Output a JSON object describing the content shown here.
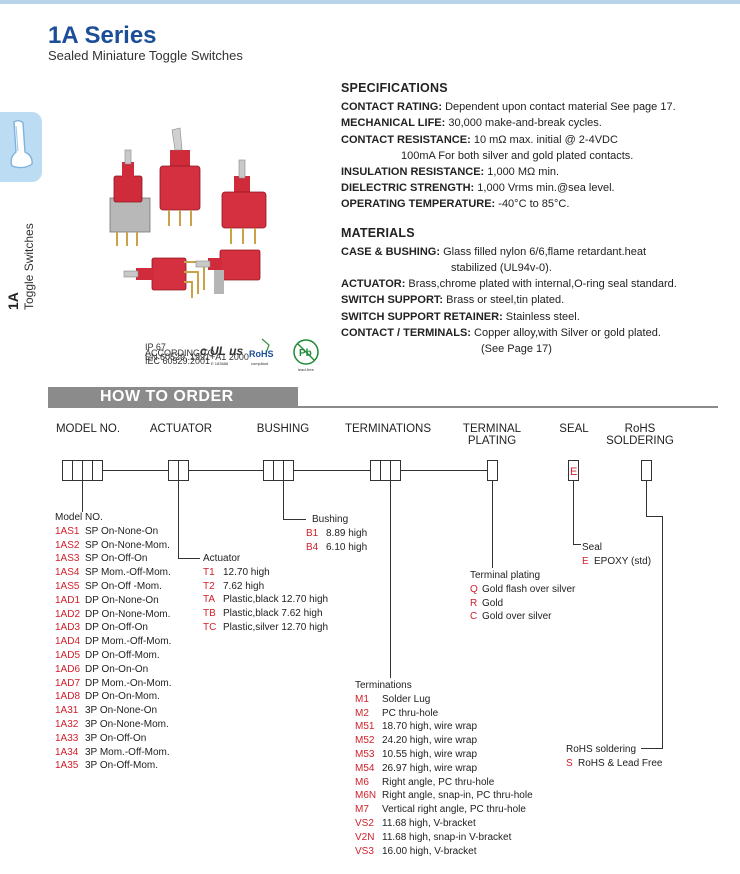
{
  "header": {
    "title": "1A Series",
    "subtitle": "Sealed Miniature Toggle Switches"
  },
  "side_tab": {
    "code": "1A",
    "label": "Toggle Switches"
  },
  "certifications": {
    "ip_rating": "IP 67",
    "ip_notes": [
      "ACCORDING TO",
      "EN 60529, 1991+A1 2000",
      "IEC 60529:2001"
    ],
    "ul_mark": "c UL us",
    "ul_file": "E 183688",
    "rohs": "RoHS",
    "rohs_sub": "compliant",
    "pb": "Pb",
    "pb_sub": "lead-free"
  },
  "specifications": {
    "heading": "SPECIFICATIONS",
    "lines": [
      {
        "label": "CONTACT RATING:",
        "text": " Dependent upon contact material See page 17."
      },
      {
        "label": "MECHANICAL LIFE:",
        "text": " 30,000 make-and-break cycles."
      },
      {
        "label": "CONTACT RESISTANCE:",
        "text": " 10 mΩ max. initial @ 2-4VDC"
      },
      {
        "label": "",
        "text": "100mA For both silver and gold plated contacts."
      },
      {
        "label": "INSULATION RESISTANCE:",
        "text": " 1,000 MΩ min."
      },
      {
        "label": "DIELECTRIC STRENGTH:",
        "text": " 1,000 Vrms min.@sea level."
      },
      {
        "label": "OPERATING TEMPERATURE:",
        "text": " -40°C to 85°C."
      }
    ]
  },
  "materials": {
    "heading": "MATERIALS",
    "lines": [
      {
        "label": "CASE & BUSHING:",
        "text": " Glass filled nylon 6/6,flame retardant.heat"
      },
      {
        "label": "",
        "text": "stabilized (UL94v-0)."
      },
      {
        "label": "ACTUATOR:",
        "text": " Brass,chrome plated with internal,O-ring seal standard."
      },
      {
        "label": "SWITCH  SUPPORT:",
        "text": " Brass or steel,tin plated."
      },
      {
        "label": "SWITCH  SUPPORT RETAINER:",
        "text": " Stainless steel."
      },
      {
        "label": "CONTACT / TERMINALS:",
        "text": " Copper alloy,with Silver or gold plated."
      },
      {
        "label": "",
        "text": "(See Page 17)"
      }
    ]
  },
  "how_to_order": {
    "title": "HOW TO ORDER",
    "columns": {
      "model": "MODEL NO.",
      "actuator": "ACTUATOR",
      "bushing": "BUSHING",
      "terminations": "TERMINATIONS",
      "plating_1": "TERMINAL",
      "plating_2": "PLATING",
      "seal": "SEAL",
      "rohs_1": "RoHS",
      "rohs_2": "SOLDERING"
    },
    "seal_code_in_box": "E",
    "model": {
      "heading": "Model NO.",
      "items": [
        {
          "code": "1AS1",
          "desc": "SP On-None-On"
        },
        {
          "code": "1AS2",
          "desc": "SP On-None-Mom."
        },
        {
          "code": "1AS3",
          "desc": "SP On-Off-On"
        },
        {
          "code": "1AS4",
          "desc": "SP Mom.-Off-Mom."
        },
        {
          "code": "1AS5",
          "desc": "SP On-Off -Mom."
        },
        {
          "code": "1AD1",
          "desc": "DP On-None-On"
        },
        {
          "code": "1AD2",
          "desc": "DP On-None-Mom."
        },
        {
          "code": "1AD3",
          "desc": "DP On-Off-On"
        },
        {
          "code": "1AD4",
          "desc": "DP Mom.-Off-Mom."
        },
        {
          "code": "1AD5",
          "desc": "DP On-Off-Mom."
        },
        {
          "code": "1AD6",
          "desc": "DP On-On-On"
        },
        {
          "code": "1AD7",
          "desc": "DP Mom.-On-Mom."
        },
        {
          "code": "1AD8",
          "desc": "DP On-On-Mom."
        },
        {
          "code": "1A31",
          "desc": "3P On-None-On"
        },
        {
          "code": "1A32",
          "desc": "3P On-None-Mom."
        },
        {
          "code": "1A33",
          "desc": "3P On-Off-On"
        },
        {
          "code": "1A34",
          "desc": "3P Mom.-Off-Mom."
        },
        {
          "code": "1A35",
          "desc": "3P On-Off-Mom."
        }
      ]
    },
    "actuator": {
      "heading": "Actuator",
      "items": [
        {
          "code": "T1",
          "desc": "12.70 high"
        },
        {
          "code": "T2",
          "desc": "7.62 high"
        },
        {
          "code": "TA",
          "desc": "Plastic,black 12.70 high"
        },
        {
          "code": "TB",
          "desc": "Plastic,black 7.62 high"
        },
        {
          "code": "TC",
          "desc": "Plastic,silver 12.70 high"
        }
      ]
    },
    "bushing": {
      "heading": "Bushing",
      "items": [
        {
          "code": "B1",
          "desc": "8.89 high"
        },
        {
          "code": "B4",
          "desc": "6.10 high"
        }
      ]
    },
    "terminations": {
      "heading": "Terminations",
      "items": [
        {
          "code": "M1",
          "desc": "Solder Lug"
        },
        {
          "code": "M2",
          "desc": "PC thru-hole"
        },
        {
          "code": "M51",
          "desc": "18.70 high, wire wrap"
        },
        {
          "code": "M52",
          "desc": "24.20 high, wire wrap"
        },
        {
          "code": "M53",
          "desc": "10.55 high, wire wrap"
        },
        {
          "code": "M54",
          "desc": "26.97 high, wire wrap"
        },
        {
          "code": "M6",
          "desc": "Right angle, PC thru-hole"
        },
        {
          "code": "M6N",
          "desc": "Right angle, snap-in, PC thru-hole"
        },
        {
          "code": "M7",
          "desc": "Vertical right angle, PC thru-hole"
        },
        {
          "code": "VS2",
          "desc": "11.68 high, V-bracket"
        },
        {
          "code": "V2N",
          "desc": "11.68 high, snap-in V-bracket"
        },
        {
          "code": "VS3",
          "desc": "16.00 high, V-bracket"
        }
      ]
    },
    "plating": {
      "heading": "Terminal plating",
      "items": [
        {
          "code": "Q",
          "desc": "Gold flash over silver"
        },
        {
          "code": "R",
          "desc": "Gold"
        },
        {
          "code": "C",
          "desc": "Gold over silver"
        }
      ]
    },
    "seal": {
      "heading": "Seal",
      "items": [
        {
          "code": "E",
          "desc": "EPOXY (std)"
        }
      ]
    },
    "rohs": {
      "heading": "RoHS soldering",
      "items": [
        {
          "code": "S",
          "desc": "RoHS & Lead Free"
        }
      ]
    }
  },
  "colors": {
    "brand_blue": "#1c4e98",
    "code_red": "#d01f2a",
    "tab_blue": "#bcdcf3",
    "bar_grey": "#8b8b8b"
  }
}
